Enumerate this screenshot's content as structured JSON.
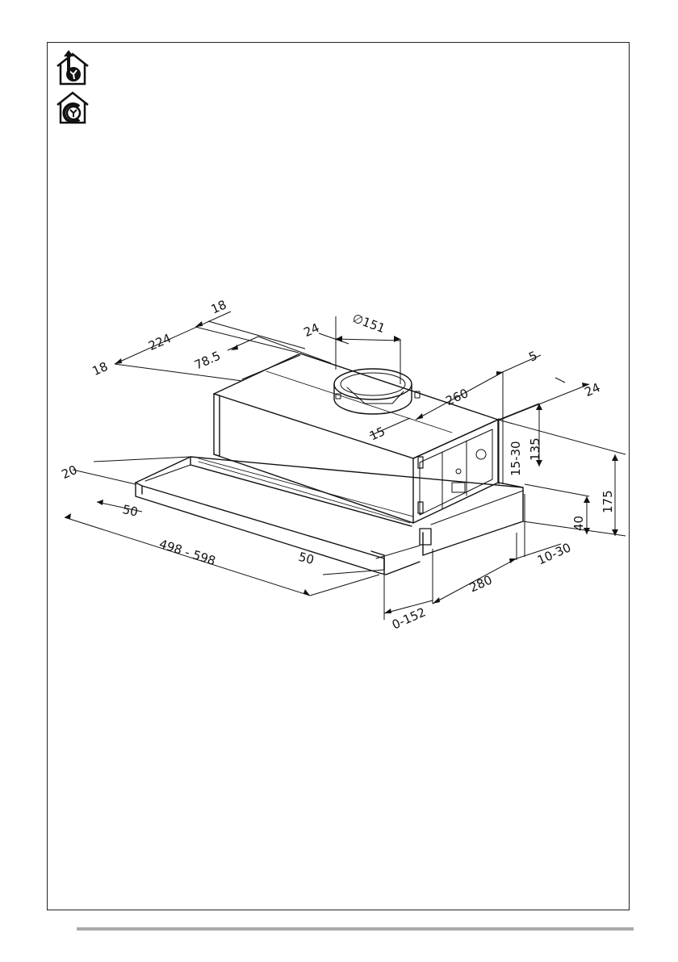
{
  "modes": [
    {
      "icon": "ducted-extraction-icon"
    },
    {
      "icon": "recirculation-icon"
    }
  ],
  "dimensions": {
    "top_18": "18",
    "width_224": "224",
    "left_18": "18",
    "depth_78_5": "78.5",
    "collar_offset_24": "24",
    "collar_diameter": "∅151",
    "depth_260": "260",
    "right_5": "5",
    "right_24": "24",
    "height_15": "15",
    "height_15_30": "15-30",
    "height_135": "135",
    "height_175": "175",
    "front_20": "20",
    "front_50_left": "50",
    "width_498_598": "498 - 598",
    "front_50_right": "50",
    "side_40": "40",
    "side_10_30": "10-30",
    "depth_280": "280",
    "depth_0_152": "0-152"
  },
  "colors": {
    "line": "#111111",
    "frame": "#222222",
    "footer_rule": "#aaaaaa"
  }
}
